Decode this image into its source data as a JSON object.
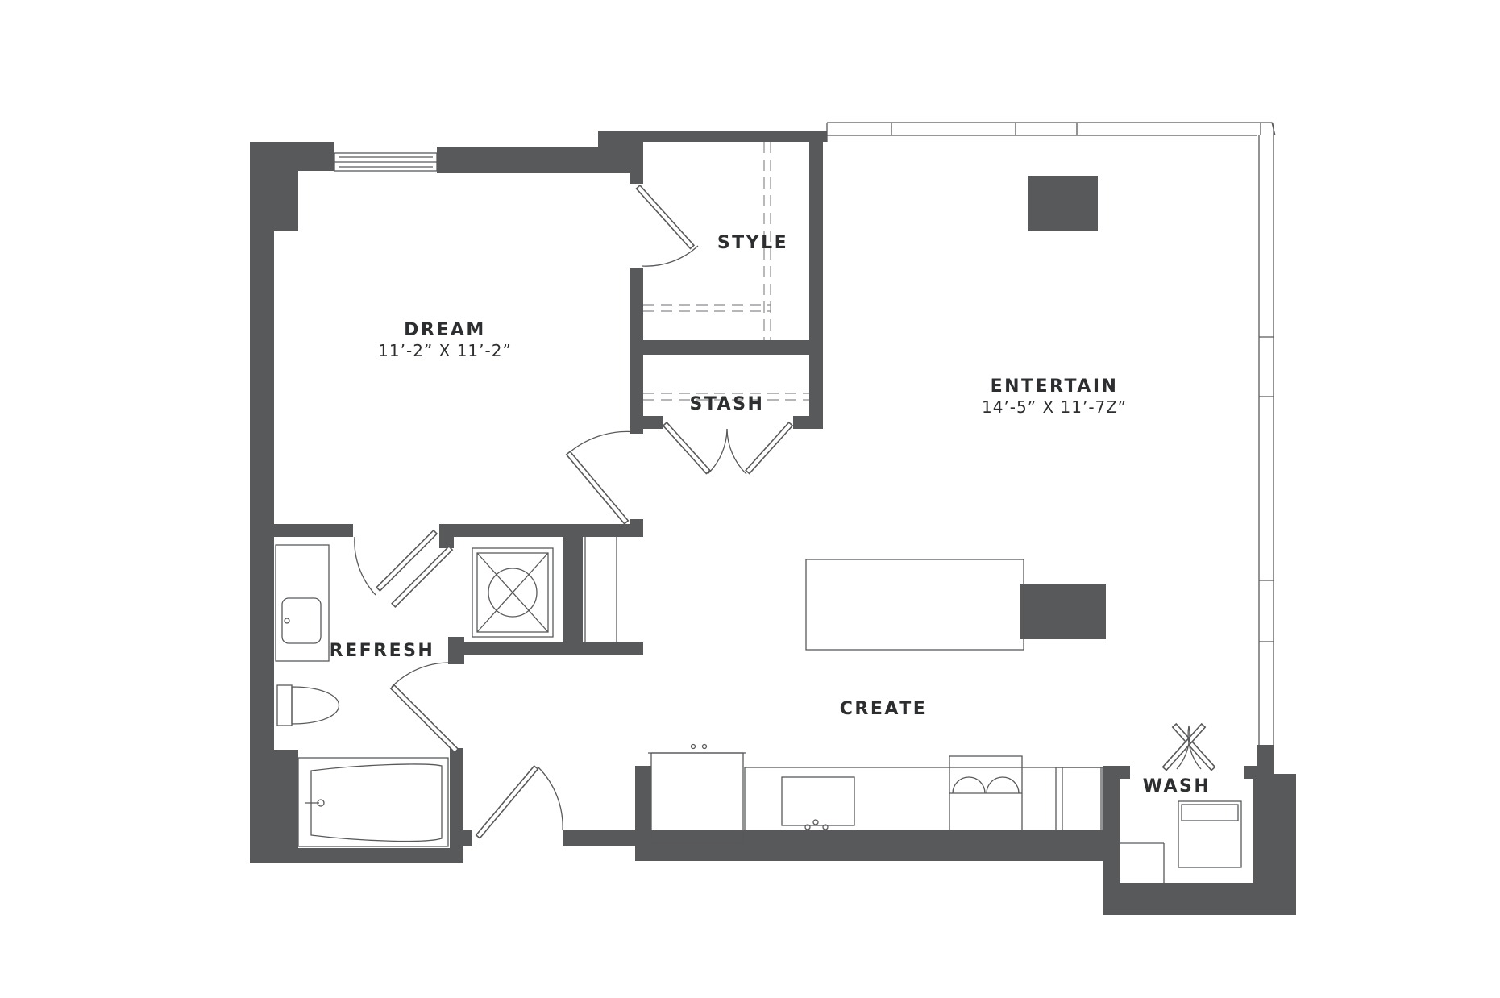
{
  "plan": {
    "rooms": {
      "dream": {
        "name": "DREAM",
        "size": "11’-2” X 11’-2”"
      },
      "style": {
        "name": "STYLE"
      },
      "stash": {
        "name": "STASH"
      },
      "entertain": {
        "name": "ENTERTAIN",
        "size": "14’-5” X 11’-7Z”"
      },
      "refresh": {
        "name": "REFRESH"
      },
      "create": {
        "name": "CREATE"
      },
      "wash": {
        "name": "WASH"
      }
    },
    "colors": {
      "wall": "#58595b",
      "text": "#2d2e30",
      "background": "#ffffff"
    }
  }
}
